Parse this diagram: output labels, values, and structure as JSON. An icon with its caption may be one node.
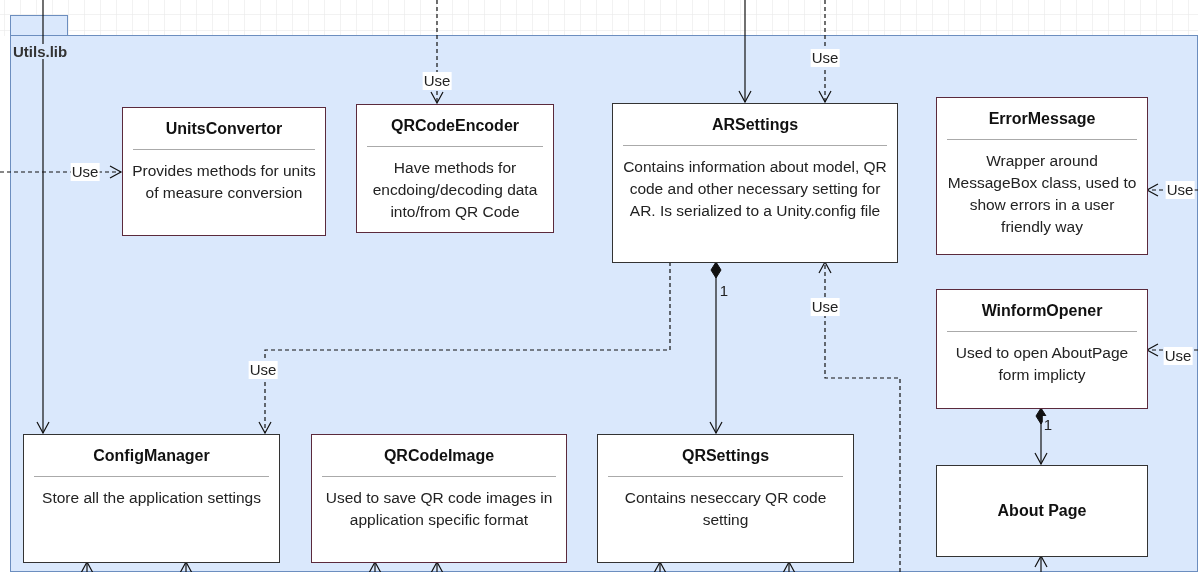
{
  "diagram": {
    "nodes": [
      {
        "text": [
          "Utils.lib"
        ]
      },
      {
        "text": [
          "UnitsConvertor",
          "Provides methods for units of measure conversion"
        ],
        "in": 0
      },
      {
        "text": [
          "QRCodeEncoder",
          "Have methods for encdoing/decoding data into/from QR Code"
        ],
        "in": 0
      },
      {
        "text": [
          "ARSettings",
          "Contains information about model, QR code and other necessary setting for AR. Is serialized to a Unity.config file"
        ],
        "in": 0
      },
      {
        "text": [
          "ErrorMessage",
          "Wrapper around MessageBox class, used to show errors in a user friendly way"
        ],
        "in": 0
      },
      {
        "text": [
          "WinformOpener",
          "Used to open AboutPage form implicty"
        ],
        "in": 0
      },
      {
        "text": [
          "ConfigManager",
          "Store all the application settings"
        ],
        "in": 0
      },
      {
        "text": [
          "QRCodeImage",
          "Used to save QR code images in application specific format"
        ],
        "in": 0
      },
      {
        "text": [
          "QRSettings",
          "Contains neseccary QR code setting"
        ],
        "in": 0
      },
      {
        "text": [
          "About Page"
        ],
        "in": 0
      }
    ],
    "edges": [
      {
        "from": null,
        "to": 1,
        "arrow": "to",
        "label": "Use",
        "style": "dashed"
      },
      {
        "from": null,
        "to": 2,
        "arrow": "to",
        "label": "Use",
        "style": "dashed"
      },
      {
        "from": null,
        "to": 3,
        "arrow": "to"
      },
      {
        "from": null,
        "to": 3,
        "arrow": "to",
        "label": "Use",
        "style": "dashed"
      },
      {
        "from": null,
        "to": 6,
        "arrow": "to"
      },
      {
        "from": null,
        "to": 4,
        "arrow": "to",
        "label": "Use",
        "style": "dashed"
      },
      {
        "from": null,
        "to": 5,
        "arrow": "to",
        "label": "Use",
        "style": "dashed"
      },
      {
        "from": 3,
        "to": 6,
        "arrow": "to",
        "label": "Use",
        "style": "dashed"
      },
      {
        "from": 3,
        "to": 8,
        "arrow": "to",
        "label": "1"
      },
      {
        "from": null,
        "to": 3,
        "arrow": "to",
        "label": "Use",
        "style": "dashed"
      },
      {
        "from": 5,
        "to": 9,
        "arrow": "to",
        "label": "1"
      },
      {
        "from": null,
        "to": 6,
        "arrow": "to"
      },
      {
        "from": null,
        "to": 6,
        "arrow": "to"
      },
      {
        "from": null,
        "to": 7,
        "arrow": "to"
      },
      {
        "from": null,
        "to": 7,
        "arrow": "to"
      },
      {
        "from": null,
        "to": 8,
        "arrow": "to"
      },
      {
        "from": null,
        "to": 8,
        "arrow": "to"
      },
      {
        "from": null,
        "to": 9,
        "arrow": "to"
      }
    ]
  }
}
